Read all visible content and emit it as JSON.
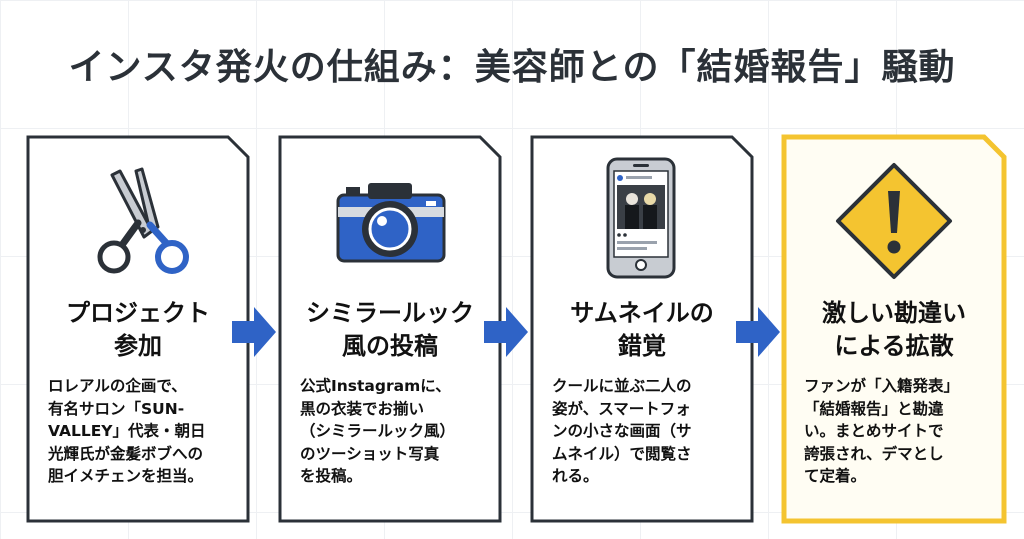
{
  "title": "インスタ発火の仕組み：美容師との「結婚報告」騒動",
  "colors": {
    "accent_blue": "#2f63c6",
    "warning_yellow": "#f4c430",
    "frame_dark": "#2b3138"
  },
  "steps": [
    {
      "icon": "scissors-icon",
      "heading_lines": [
        "プロジェクト",
        "参加"
      ],
      "body_lines": [
        "ロレアルの企画で、",
        "有名サロン「SUN-",
        "VALLEY」代表・朝日",
        "光輝氏が金髪ボブへの",
        "胆イメチェンを担当。"
      ]
    },
    {
      "icon": "camera-icon",
      "heading_lines": [
        "シミラールック",
        "風の投稿"
      ],
      "body_lines": [
        "公式Instagramに、",
        "黒の衣装でお揃い",
        "（シミラールック風）",
        "のツーショット写真",
        "を投稿。"
      ]
    },
    {
      "icon": "smartphone-icon",
      "heading_lines": [
        "サムネイルの",
        "錯覚"
      ],
      "body_lines": [
        "クールに並ぶ二人の",
        "姿が、スマートフォ",
        "ンの小さな画面（サ",
        "ムネイル）で閲覧さ",
        "れる。"
      ]
    },
    {
      "icon": "warning-icon",
      "heading_lines": [
        "激しい勘違い",
        "による拡散"
      ],
      "body_lines": [
        "ファンが「入籍発表」",
        "「結婚報告」と勘違",
        "い。まとめサイトで",
        "誇張され、デマとし",
        "て定着。"
      ]
    }
  ]
}
